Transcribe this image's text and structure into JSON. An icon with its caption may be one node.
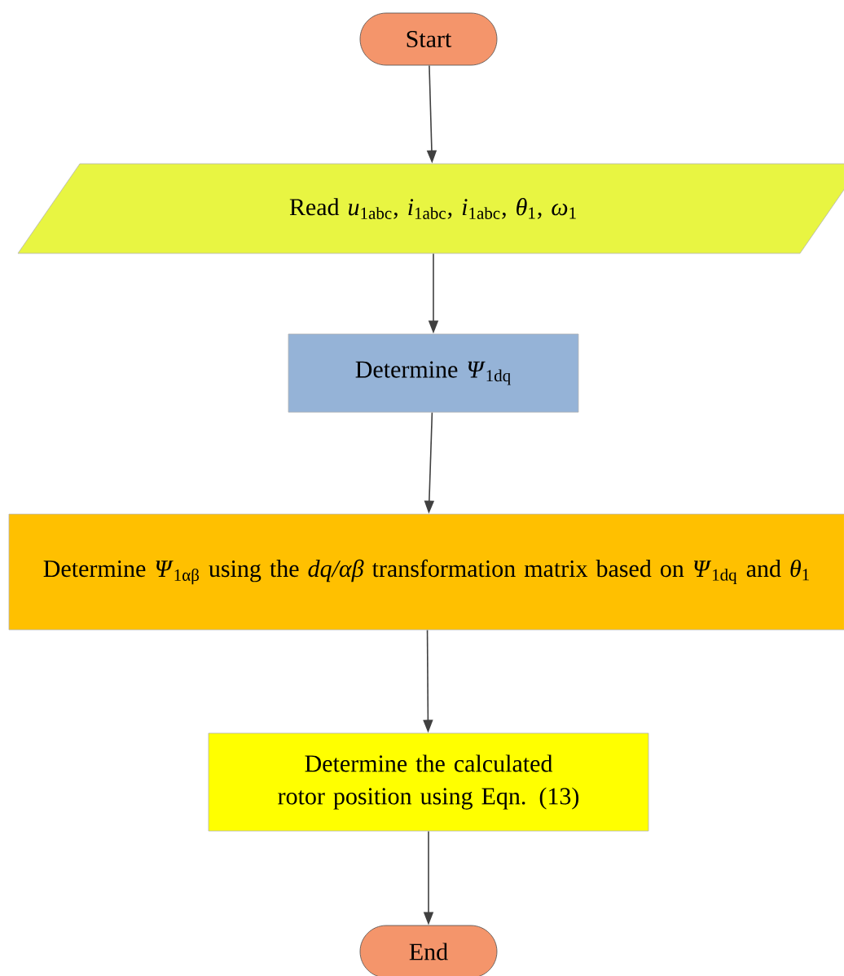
{
  "diagram": {
    "nodes": [
      {
        "text": [
          "Start"
        ]
      },
      {
        "text": [
          "Read *u*$_{1abc}$, *i*$_{1abc}$, *i*$_{1abc}$, *θ*$_{1}$, *ω*$_{1}$"
        ]
      },
      {
        "text": [
          "Determine *Ψ*$_{1dq}$"
        ]
      },
      {
        "text": [
          "Determine *Ψ*$_{1αβ}$ using the *dq/αβ* transformation matrix based on *Ψ*$_{1dq}$ and *θ*$_{1}$"
        ]
      },
      {
        "text": [
          "Determine the calculated rotor position using Eqn. (13)"
        ]
      },
      {
        "text": [
          "End"
        ]
      }
    ],
    "edges": [
      {
        "from": 0,
        "to": 1,
        "arrow": "to"
      },
      {
        "from": 1,
        "to": 2,
        "arrow": "to"
      },
      {
        "from": 2,
        "to": 3,
        "arrow": "to"
      },
      {
        "from": 3,
        "to": 4,
        "arrow": "to"
      },
      {
        "from": 4,
        "to": 5,
        "arrow": "to"
      }
    ]
  }
}
